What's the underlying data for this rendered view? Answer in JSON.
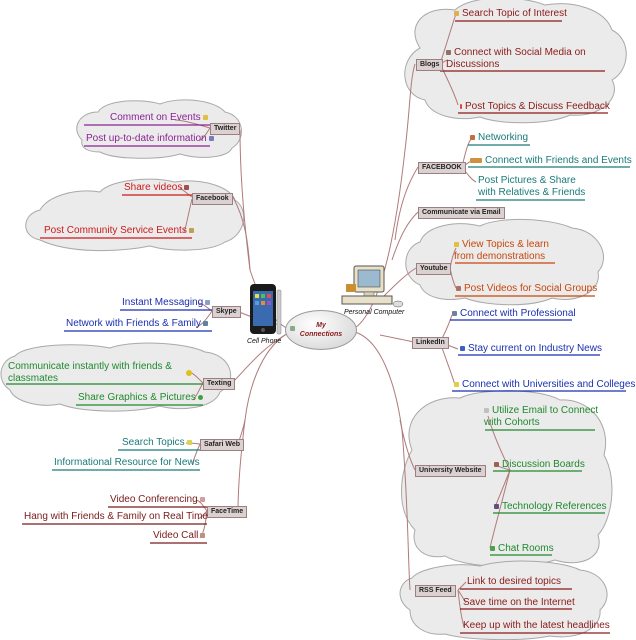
{
  "central": {
    "line1": "My",
    "line2": "Connections"
  },
  "devices": {
    "cell_phone": "Cell Phone",
    "personal_computer": "Personal Computer"
  },
  "left": {
    "twitter": {
      "label": "Twitter",
      "items": [
        "Comment on Events",
        "Post up-to-date information"
      ]
    },
    "facebook": {
      "label": "Facebook",
      "items": [
        "Share videos",
        "Post Community Service Events"
      ]
    },
    "skype": {
      "label": "Skype",
      "items": [
        "Instant Messaging",
        "Network with Friends & Family"
      ]
    },
    "texting": {
      "label": "Texting",
      "items": [
        "Communicate instantly with friends & classmates",
        "Share Graphics & Pictures"
      ]
    },
    "safari": {
      "label": "Safari Web",
      "items": [
        "Search Topics",
        "Informational Resource for News"
      ]
    },
    "facetime": {
      "label": "FaceTime",
      "items": [
        "Video Conferencing",
        "Hang with Friends & Family on Real Time",
        "Video Call"
      ]
    }
  },
  "right": {
    "blogs": {
      "label": "Blogs",
      "items": [
        "Search Topic of Interest",
        "Connect with Social Media on Discussions",
        "Post Topics & Discuss Feedback"
      ]
    },
    "facebook": {
      "label": "FACEBOOK",
      "items": [
        "Networking",
        "Connect with Friends and Events",
        "Post Pictures & Share with Relatives & Friends"
      ]
    },
    "email": {
      "label": "Communicate via Email"
    },
    "youtube": {
      "label": "Youtube",
      "items": [
        "View Topics & learn from demonstrations",
        "Post Videos for Social Groups"
      ]
    },
    "linkedin": {
      "label": "LinkedIn",
      "items": [
        "Connect with Professional",
        "Stay current on Industry News",
        "Connect with Universities and Colleges"
      ]
    },
    "university": {
      "label": "University Website",
      "items": [
        "Utilize Email to Connect with Cohorts",
        "Discussion Boards",
        "Technology References",
        "Chat Rooms"
      ]
    },
    "rss": {
      "label": "RSS Feed",
      "items": [
        "Link to desired topics",
        "Save time on the Internet",
        "Keep up with the latest headlines"
      ]
    }
  },
  "colors": {
    "purple": "#8b2296",
    "darkred": "#8b1a1a",
    "red": "#cc1a1a",
    "blue": "#1a2fb0",
    "green": "#1e8a2e",
    "teal": "#1a7a7a",
    "brown": "#7a1a1a",
    "orange": "#c8460a"
  }
}
